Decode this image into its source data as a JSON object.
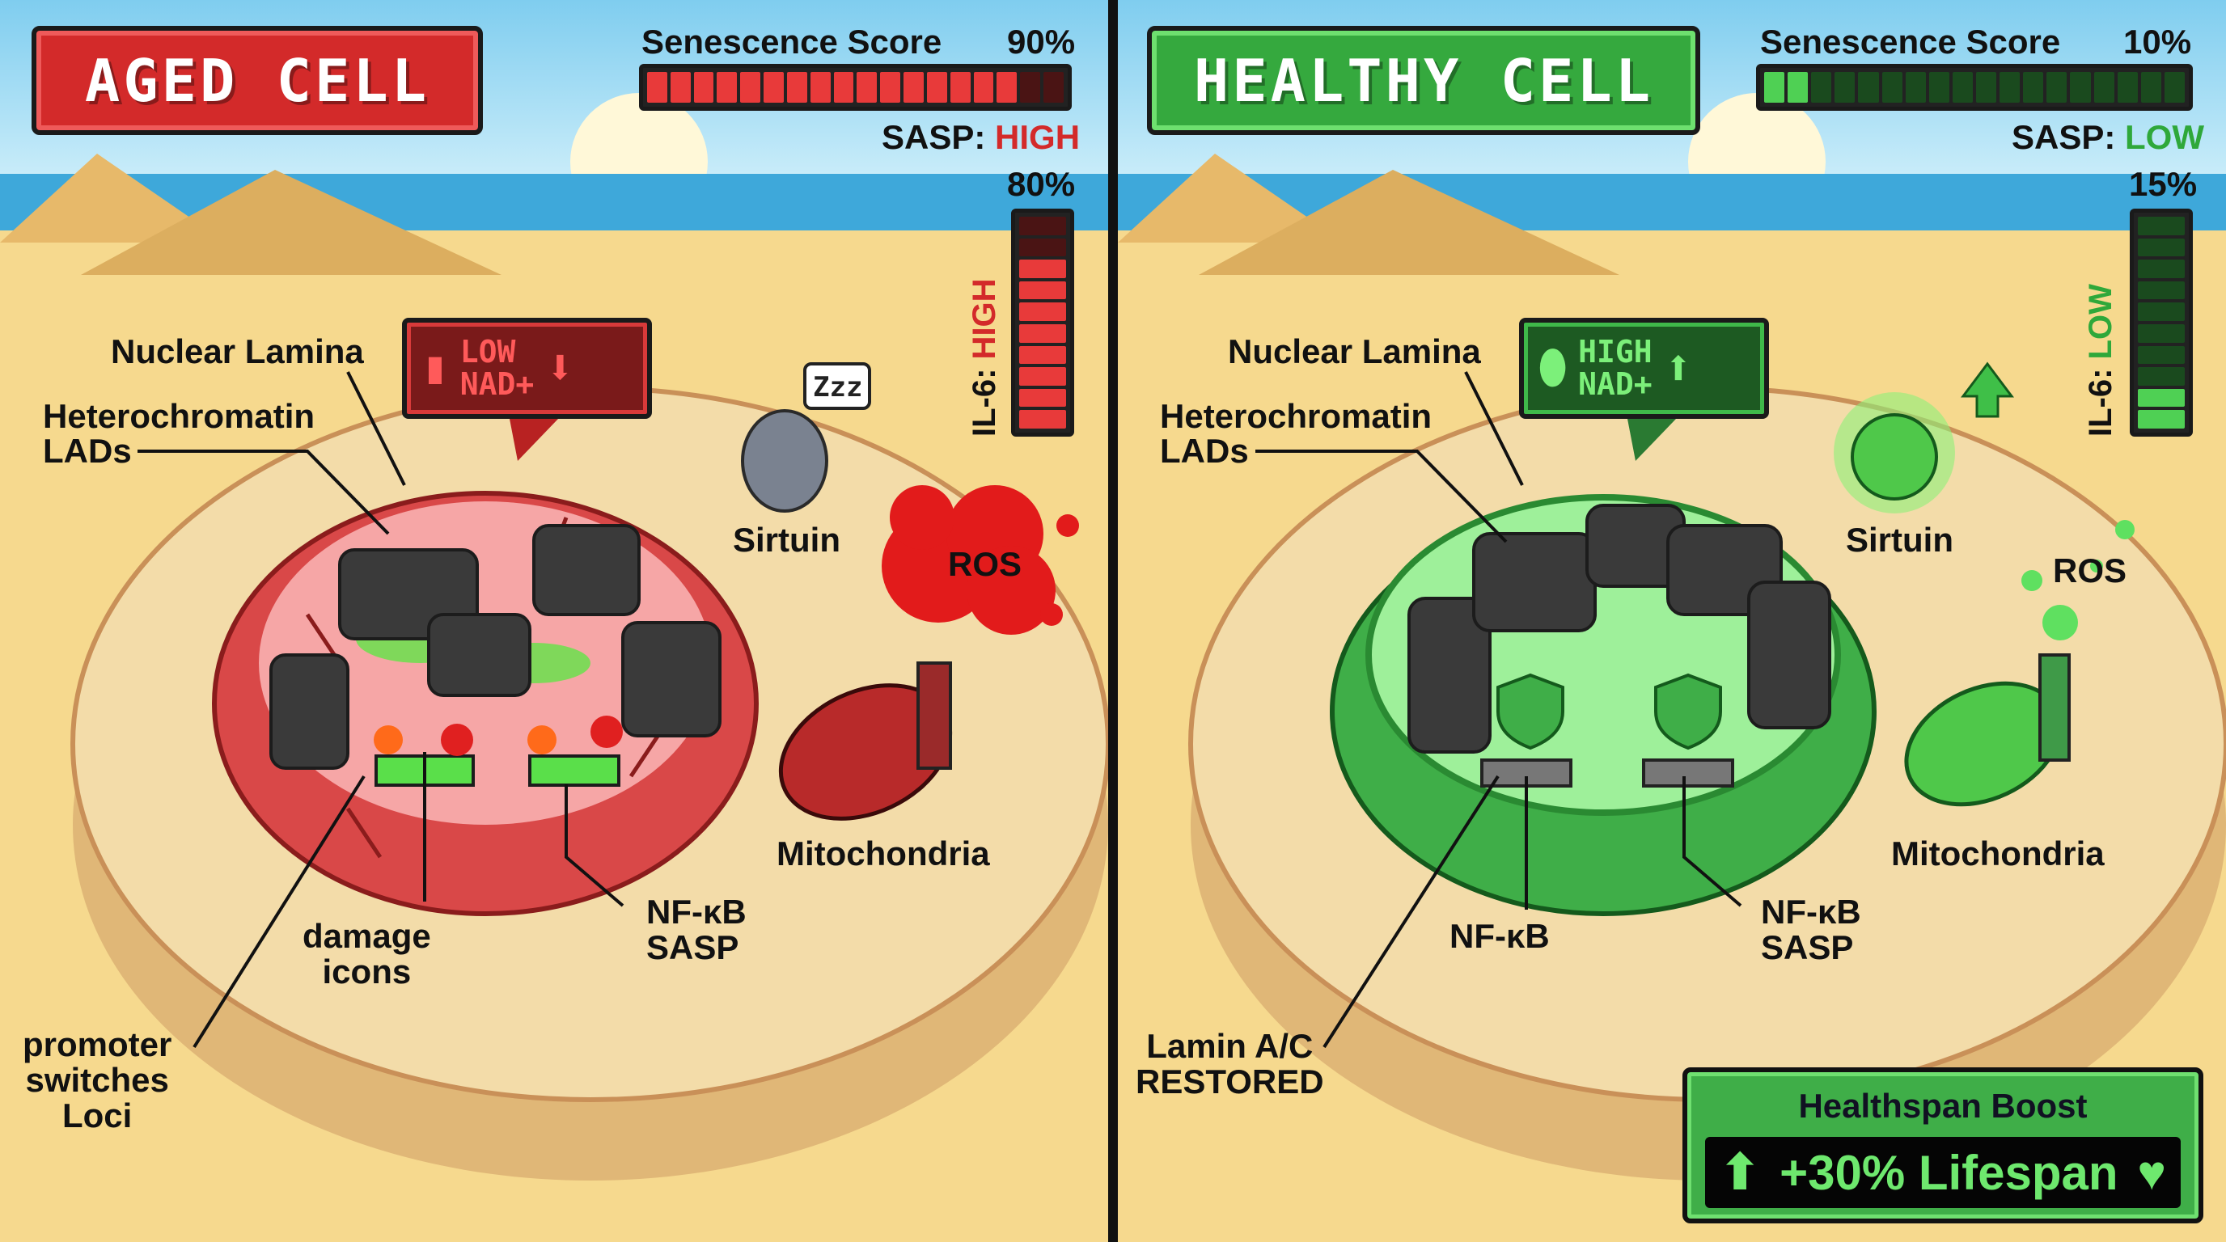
{
  "aged": {
    "title": "AGED CELL",
    "senescence_label": "Senescence Score",
    "senescence_value": "90%",
    "senescence_fraction": 0.9,
    "sasp_label": "SASP:",
    "sasp_value": "HIGH",
    "il6_percent": "80%",
    "il6_fraction": 0.8,
    "il6_label": "IL-6:",
    "il6_value": "HIGH",
    "nad_line1": "LOW",
    "nad_line2": "NAD+",
    "accent": "#d32a2a",
    "labels": {
      "nuclear_lamina": "Nuclear Lamina",
      "heterochromatin": "Heterochromatin",
      "lads": "LADs",
      "sirtuin": "Sirtuin",
      "sirtuin_bubble": "Zzz",
      "ros": "ROS",
      "mitochondria": "Mitochondria",
      "damage1": "damage",
      "damage2": "icons",
      "nfkb": "NF-κB",
      "sasp": "SASP",
      "promoter1": "promoter",
      "promoter2": "switches",
      "promoter3": "Loci"
    }
  },
  "healthy": {
    "title": "HEALTHY CELL",
    "senescence_label": "Senescence Score",
    "senescence_value": "10%",
    "senescence_fraction": 0.1,
    "sasp_label": "SASP:",
    "sasp_value": "LOW",
    "il6_percent": "15%",
    "il6_fraction": 0.15,
    "il6_label": "IL-6:",
    "il6_value": "LOW",
    "nad_line1": "HIGH",
    "nad_line2": "NAD+",
    "accent": "#35a93e",
    "labels": {
      "nuclear_lamina": "Nuclear Lamina",
      "heterochromatin": "Heterochromatin",
      "lads": "LADs",
      "sirtuin": "Sirtuin",
      "ros": "ROS",
      "mitochondria": "Mitochondria",
      "nfkb_center": "NF-κB",
      "nfkb": "NF-κB",
      "sasp": "SASP",
      "lamin1": "Lamin A/C",
      "lamin2": "RESTORED"
    },
    "boost": {
      "title": "Healthspan Boost",
      "value": "+30% Lifespan"
    }
  }
}
